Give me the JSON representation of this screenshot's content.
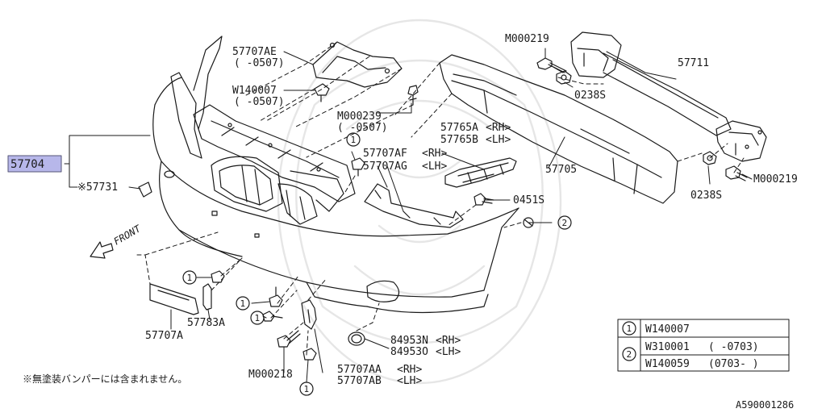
{
  "diagram_id": "A590001286",
  "parts": {
    "main_bumper": "57704",
    "cap_57731": "※57731",
    "bracket_57707AE": "57707AE",
    "bracket_57707AE_range": "(  -0507)",
    "bolt_W140007": "W140007",
    "bolt_W140007_range": "(  -0507)",
    "screw_M000239": "M000239",
    "screw_M000239_range": "(  -0507)",
    "bracket_57707AF": "57707AF",
    "bracket_57707AF_side": "<RH>",
    "bracket_57707AG": "57707AG",
    "bracket_57707AG_side": "<LH>",
    "bracket_57765A": "57765A",
    "bracket_57765A_side": "<RH>",
    "bracket_57765B": "57765B",
    "bracket_57765B_side": "<LH>",
    "screw_0451S": "0451S",
    "reinforcement_57705": "57705",
    "screw_M000219_top": "M000219",
    "nut_0238S_top": "0238S",
    "beam_57711": "57711",
    "nut_0238S_bottom": "0238S",
    "screw_M000219_right": "M000219",
    "bracket_57707A": "57707A",
    "bracket_57783A": "57783A",
    "screw_M000218": "M000218",
    "bracket_57707AA": "57707AA",
    "bracket_57707AA_side": "<RH>",
    "bracket_57707AB": "57707AB",
    "bracket_57707AB_side": "<LH>",
    "cap_84953N": "84953N",
    "cap_84953N_side": "<RH>",
    "cap_84953O": "84953O",
    "cap_84953O_side": "<LH>"
  },
  "callouts": {
    "one": "1",
    "two": "2"
  },
  "front_label": "FRONT",
  "footnote": "※無塗装バンパーには含まれません。",
  "legend": {
    "rows": [
      {
        "num": "1",
        "part": "W140007",
        "range": ""
      },
      {
        "num": "2",
        "part": "W310001",
        "range": "(    -0703)"
      },
      {
        "num": "",
        "part": "W140059",
        "range": "(0703-    )"
      }
    ]
  },
  "colors": {
    "line": "#1a1a1a",
    "highlight": "#b7b7ea",
    "watermark": "#ececec"
  }
}
